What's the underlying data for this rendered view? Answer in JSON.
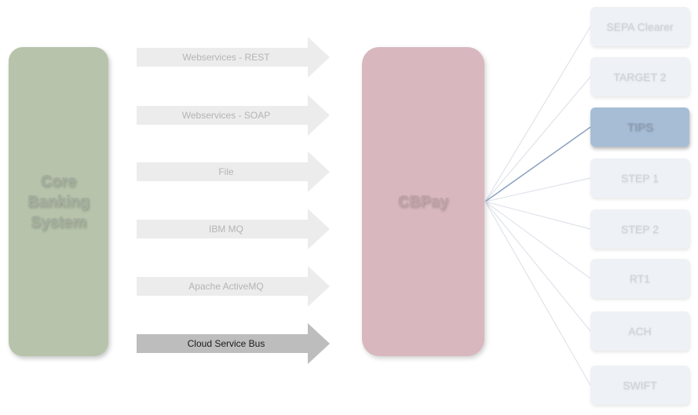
{
  "source": {
    "label": "Core\nBanking\nSystem",
    "color": "#b7c4ab"
  },
  "hub": {
    "label": "CBPay",
    "color": "#d8b8be"
  },
  "channels": [
    {
      "label": "Webservices - REST",
      "active": false
    },
    {
      "label": "Webservices - SOAP",
      "active": false
    },
    {
      "label": "File",
      "active": false
    },
    {
      "label": "IBM MQ",
      "active": false
    },
    {
      "label": "Apache ActiveMQ",
      "active": false
    },
    {
      "label": "Cloud Service Bus",
      "active": true
    }
  ],
  "targets": [
    {
      "label": "SEPA Clearer",
      "active": false
    },
    {
      "label": "TARGET 2",
      "active": false
    },
    {
      "label": "TIPS",
      "active": true
    },
    {
      "label": "STEP 1",
      "active": false
    },
    {
      "label": "STEP 2",
      "active": false
    },
    {
      "label": "RT1",
      "active": false
    },
    {
      "label": "ACH",
      "active": false
    },
    {
      "label": "SWIFT",
      "active": false
    }
  ],
  "colors": {
    "arrow_inactive": "#ececec",
    "arrow_active": "#bdbdbd",
    "target_inactive": "#eef1f5",
    "target_active": "#a7bdd6",
    "line_inactive": "#dfe3ea",
    "line_active": "#8aa1bf"
  }
}
